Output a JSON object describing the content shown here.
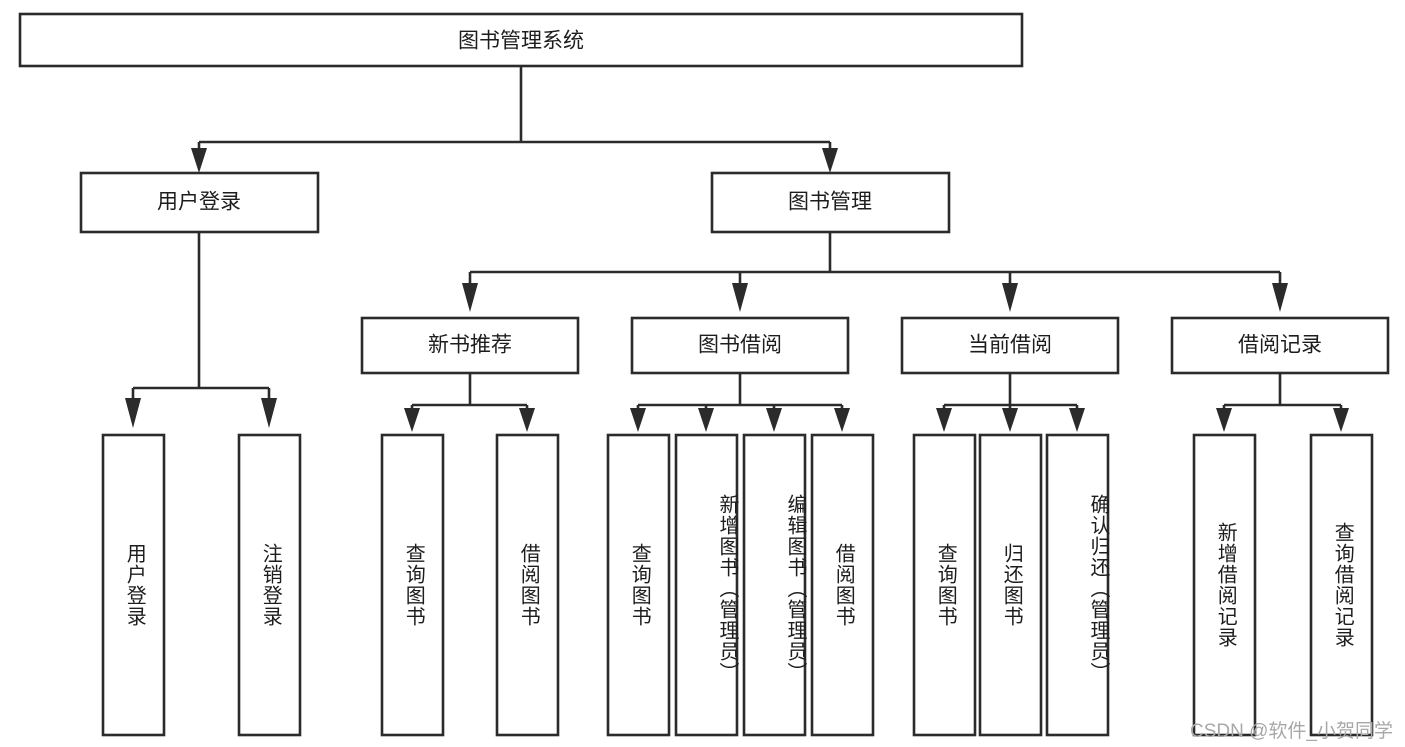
{
  "diagram": {
    "title": "图书管理系统",
    "type": "tree",
    "watermark": "CSDN @软件_小贺同学",
    "colors": {
      "stroke": "#2b2b2b",
      "fill": "#ffffff",
      "text": "#1d1d1d",
      "watermark": "#a8a8a8"
    },
    "root": {
      "id": "root",
      "label": "图书管理系统"
    },
    "level2": [
      {
        "id": "user-login",
        "label": "用户登录"
      },
      {
        "id": "book-manage",
        "label": "图书管理"
      }
    ],
    "level3": [
      {
        "id": "new-book-rec",
        "label": "新书推荐",
        "parent": "book-manage"
      },
      {
        "id": "book-borrow",
        "label": "图书借阅",
        "parent": "book-manage"
      },
      {
        "id": "current-borrow",
        "label": "当前借阅",
        "parent": "book-manage"
      },
      {
        "id": "borrow-record",
        "label": "借阅记录",
        "parent": "book-manage"
      }
    ],
    "leaves": {
      "user-login": [
        {
          "id": "leaf-user-login",
          "label": "用户登录"
        },
        {
          "id": "leaf-logout",
          "label": "注销登录"
        }
      ],
      "new-book-rec": [
        {
          "id": "leaf-query-book-1",
          "label": "查询图书"
        },
        {
          "id": "leaf-borrow-book-1",
          "label": "借阅图书"
        }
      ],
      "book-borrow": [
        {
          "id": "leaf-query-book-2",
          "label": "查询图书"
        },
        {
          "id": "leaf-add-book",
          "label": "新增图书（管理员）"
        },
        {
          "id": "leaf-edit-book",
          "label": "编辑图书（管理员）"
        },
        {
          "id": "leaf-borrow-book-2",
          "label": "借阅图书"
        }
      ],
      "current-borrow": [
        {
          "id": "leaf-query-book-3",
          "label": "查询图书"
        },
        {
          "id": "leaf-return-book",
          "label": "归还图书"
        },
        {
          "id": "leaf-confirm-return",
          "label": "确认归还（管理员）"
        }
      ],
      "borrow-record": [
        {
          "id": "leaf-add-record",
          "label": "新增借阅记录"
        },
        {
          "id": "leaf-query-record",
          "label": "查询借阅记录"
        }
      ]
    }
  }
}
